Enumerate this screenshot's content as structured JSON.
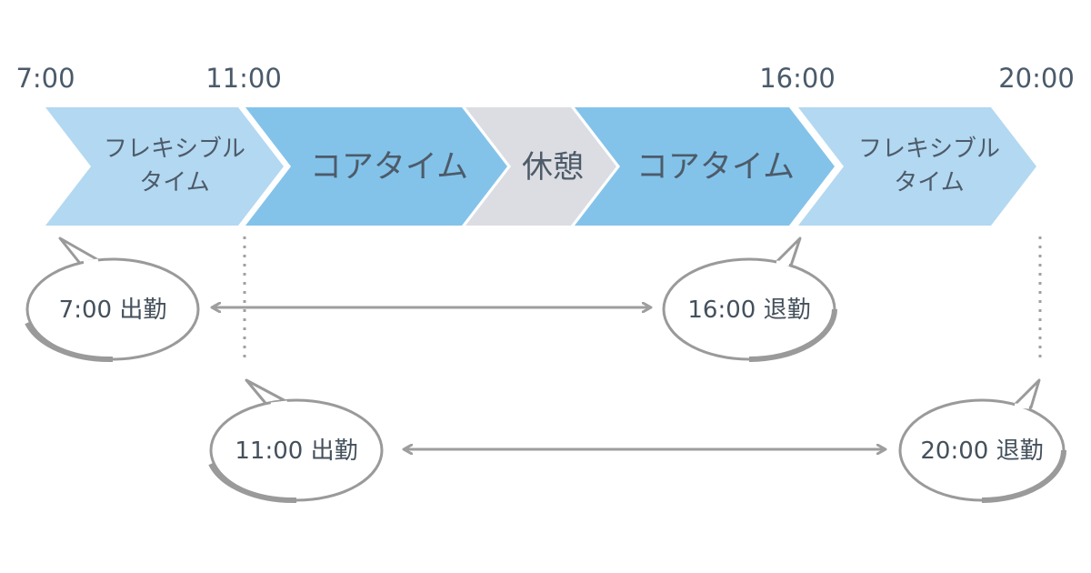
{
  "time_labels": [
    "7:00",
    "11:00",
    "16:00",
    "20:00"
  ],
  "segments": [
    {
      "lines": [
        "フレキシブル",
        "タイム"
      ],
      "color": "#b3d8f1"
    },
    {
      "lines": [
        "コアタイム"
      ],
      "color": "#83c3ea"
    },
    {
      "lines": [
        "休憩"
      ],
      "color": "#dcdde3"
    },
    {
      "lines": [
        "コアタイム"
      ],
      "color": "#83c3ea"
    },
    {
      "lines": [
        "フレキシブル",
        "タイム"
      ],
      "color": "#b3d8f1"
    }
  ],
  "examples": [
    {
      "start_label": "7:00 出勤",
      "end_label": "16:00 退勤"
    },
    {
      "start_label": "11:00 出勤",
      "end_label": "20:00 退勤"
    }
  ],
  "colors": {
    "text": "#4a5a6a",
    "bubble_outline": "#9a9a9a",
    "arrow": "#9e9e9e",
    "dotted_line": "#a0a0a0"
  }
}
